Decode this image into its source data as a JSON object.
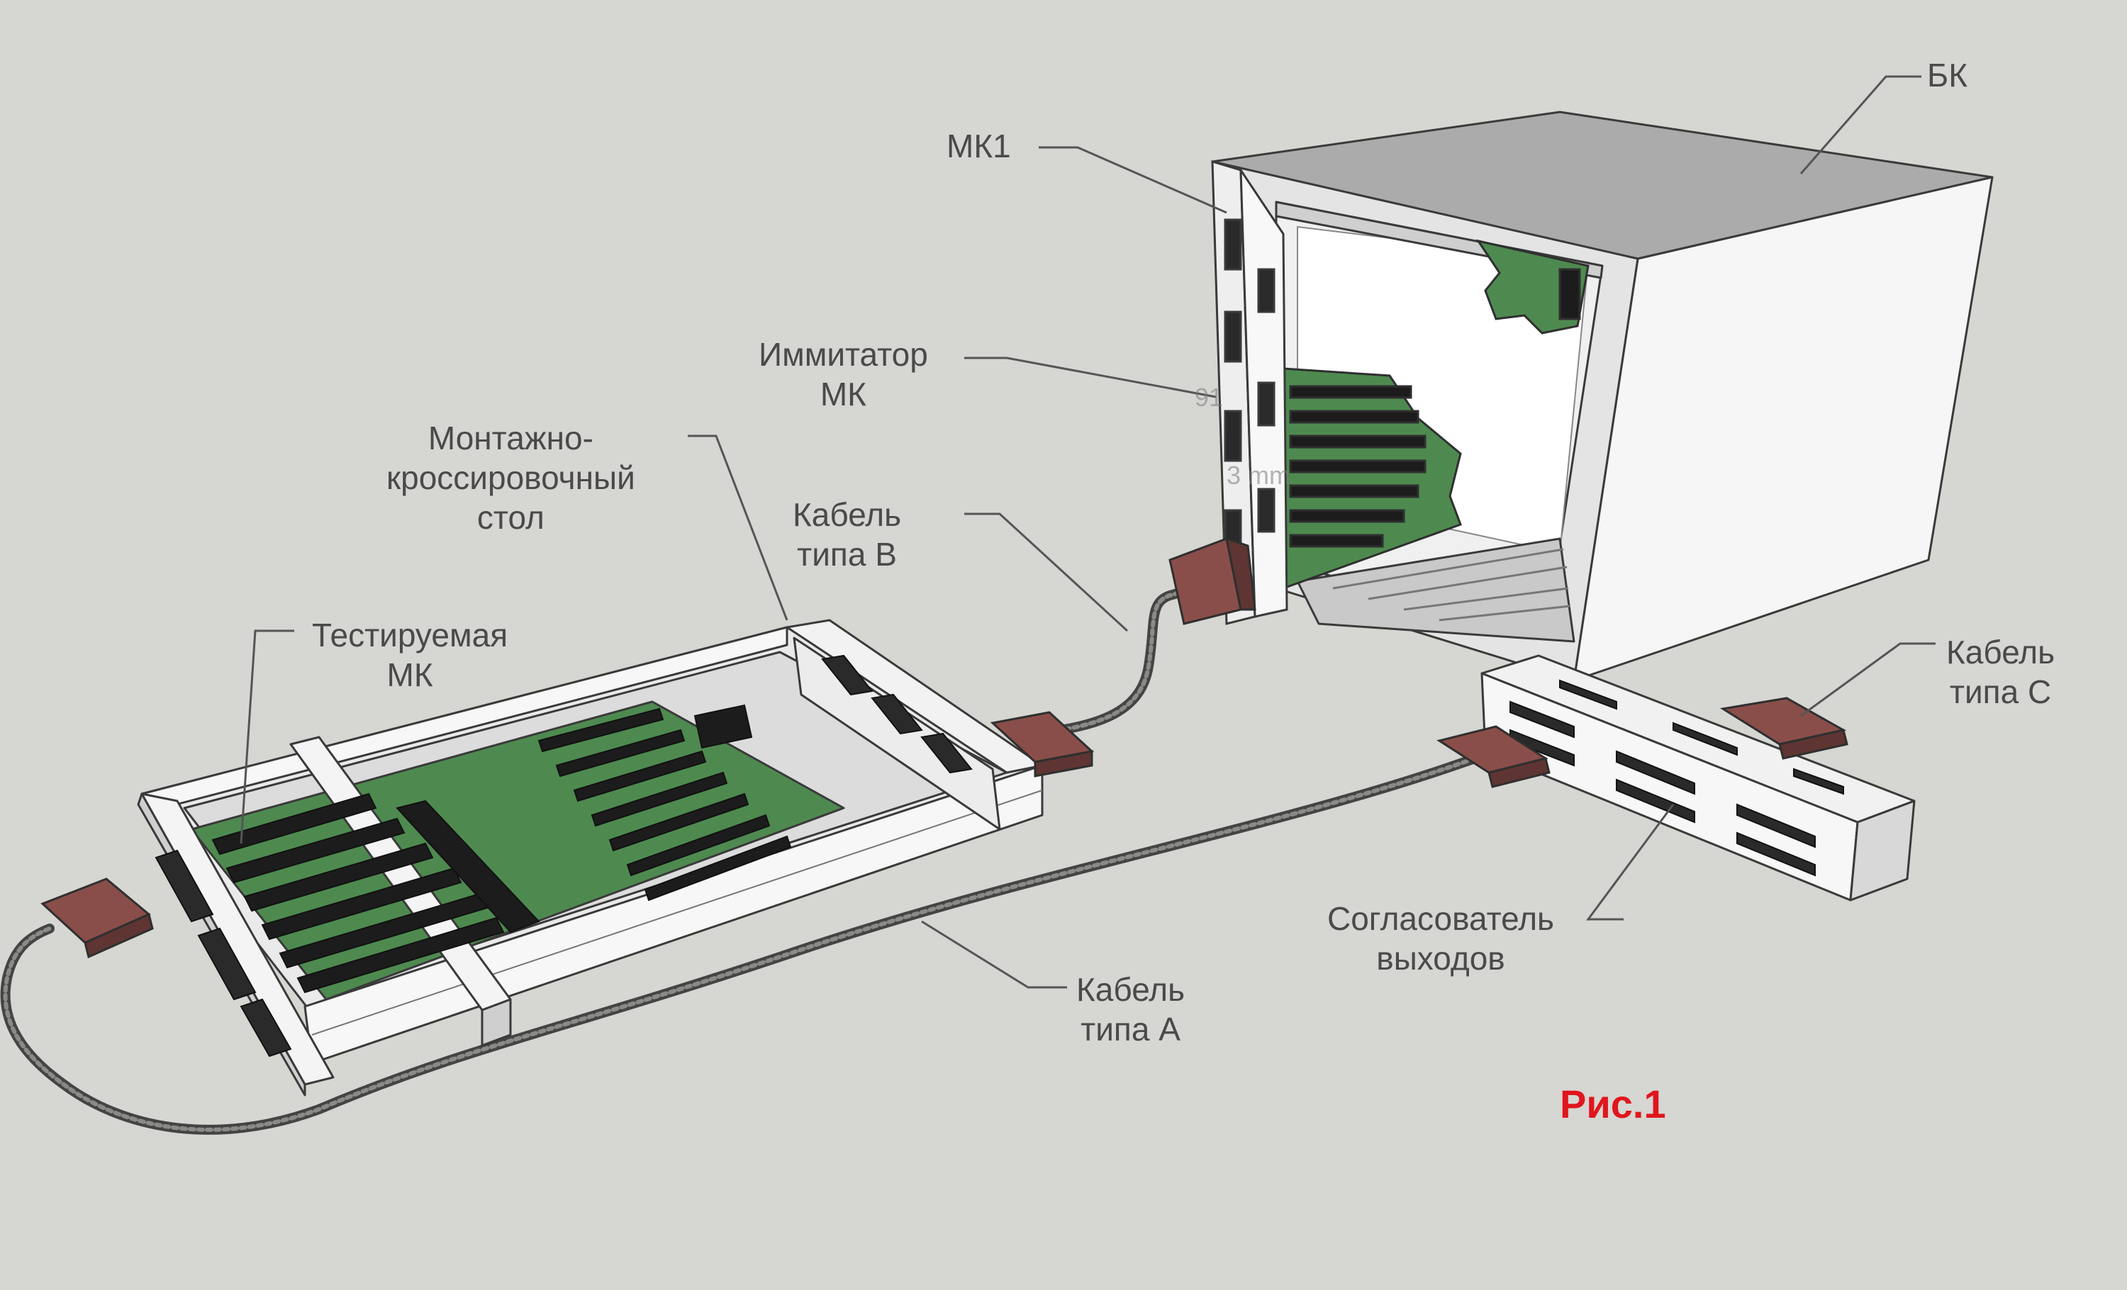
{
  "labels": {
    "bk": "БК",
    "mk1": "МК1",
    "imitator": [
      "Иммитатор",
      "МК"
    ],
    "mount_table": [
      "Монтажно-",
      "кроссировочный",
      "стол"
    ],
    "cable_b": [
      "Кабель",
      "типа В"
    ],
    "tested_mk": [
      "Тестируемая",
      "МК"
    ],
    "cable_c": [
      "Кабель",
      "типа С"
    ],
    "matcher": [
      "Согласователь",
      "выходов"
    ],
    "cable_a": [
      "Кабель",
      "типа А"
    ]
  },
  "caption": "Рис.1",
  "dimension_text": [
    "91",
    "3 mm"
  ],
  "colors": {
    "background": "#d6d6d2",
    "board_green": "#4e8a4f",
    "frame_white": "#f2f2f2",
    "connector_brown": "#8a4e4a",
    "slot_black": "#1c1c1c",
    "caption_red": "#e0161c"
  }
}
